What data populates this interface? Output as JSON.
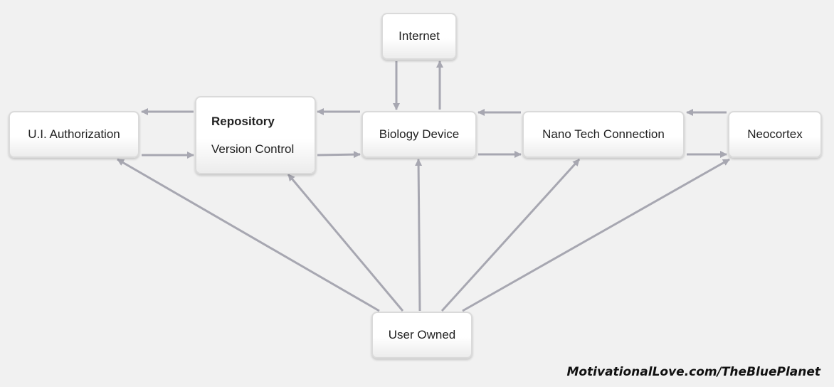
{
  "nodes": {
    "internet": {
      "label": "Internet"
    },
    "ui_authorization": {
      "label": "U.I. Authorization"
    },
    "repository": {
      "title": "Repository",
      "subtitle": "Version Control"
    },
    "biology_device": {
      "label": "Biology Device"
    },
    "nano_tech": {
      "label": "Nano Tech Connection"
    },
    "neocortex": {
      "label": "Neocortex"
    },
    "user_owned": {
      "label": "User Owned"
    }
  },
  "edges": [
    {
      "from": "biology_device",
      "to": "internet"
    },
    {
      "from": "internet",
      "to": "biology_device"
    },
    {
      "from": "repository",
      "to": "ui_authorization"
    },
    {
      "from": "ui_authorization",
      "to": "repository"
    },
    {
      "from": "biology_device",
      "to": "repository"
    },
    {
      "from": "repository",
      "to": "biology_device"
    },
    {
      "from": "nano_tech",
      "to": "biology_device"
    },
    {
      "from": "biology_device",
      "to": "nano_tech"
    },
    {
      "from": "neocortex",
      "to": "nano_tech"
    },
    {
      "from": "nano_tech",
      "to": "neocortex"
    },
    {
      "from": "user_owned",
      "to": "ui_authorization"
    },
    {
      "from": "user_owned",
      "to": "repository"
    },
    {
      "from": "user_owned",
      "to": "biology_device"
    },
    {
      "from": "user_owned",
      "to": "nano_tech"
    },
    {
      "from": "user_owned",
      "to": "neocortex"
    }
  ],
  "colors": {
    "arrow": "#a7a7b1",
    "background": "#f1f1f1"
  },
  "watermark": "MotivationalLove.com/TheBluePlanet"
}
